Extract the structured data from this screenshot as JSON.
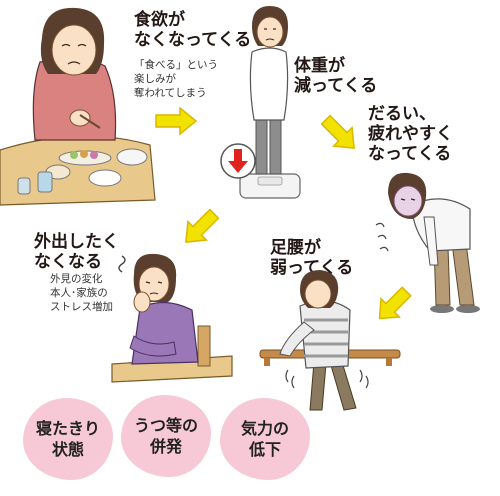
{
  "stages": [
    {
      "heading": "食欲が\nなくなってくる",
      "note": "「食べる」という\n楽しみが\n奪われてしまう"
    },
    {
      "heading": "体重が\n減ってくる"
    },
    {
      "heading": "だるい、\n疲れやすく\nなってくる"
    },
    {
      "heading": "足腰が\n弱ってくる"
    },
    {
      "heading": "外出したく\nなくなる",
      "note": "外見の変化\n本人･家族の\nストレス増加"
    }
  ],
  "outcomes": [
    {
      "label": "寝たきり\n状態"
    },
    {
      "label": "うつ等の\n併発"
    },
    {
      "label": "気力の\n低下"
    }
  ],
  "colors": {
    "arrow": "#f2e200",
    "arrow_outline": "#d8b800",
    "blob": "#f7c9d7",
    "scale_arrow": "#e0241d"
  }
}
